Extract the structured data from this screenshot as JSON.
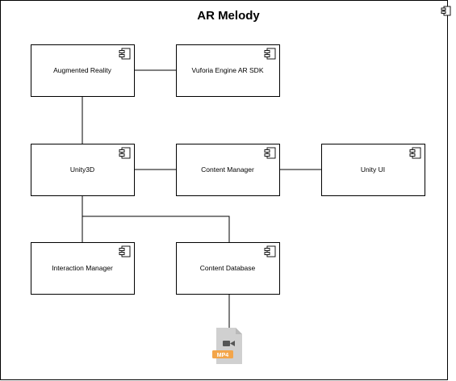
{
  "diagram": {
    "title": "AR Melody",
    "nodes": [
      {
        "id": "augmented-reality",
        "label": "Augmented Reality"
      },
      {
        "id": "vuforia",
        "label": "Vuforia Engine AR SDK"
      },
      {
        "id": "unity3d",
        "label": "Unity3D"
      },
      {
        "id": "content-manager",
        "label": "Content Manager"
      },
      {
        "id": "unity-ui",
        "label": "Unity UI"
      },
      {
        "id": "interaction-manager",
        "label": "Interaction Manager"
      },
      {
        "id": "content-database",
        "label": "Content Database"
      }
    ],
    "edges": [
      {
        "from": "augmented-reality",
        "to": "vuforia"
      },
      {
        "from": "augmented-reality",
        "to": "unity3d"
      },
      {
        "from": "unity3d",
        "to": "content-manager"
      },
      {
        "from": "content-manager",
        "to": "unity-ui"
      },
      {
        "from": "unity3d",
        "to": "interaction-manager"
      },
      {
        "from": "unity3d",
        "to": "content-database"
      },
      {
        "from": "content-database",
        "to": "mp4-file"
      }
    ],
    "file": {
      "id": "mp4-file",
      "badge": "MP4",
      "icon": "video-file-icon"
    },
    "icons": {
      "component": "component-icon"
    }
  }
}
